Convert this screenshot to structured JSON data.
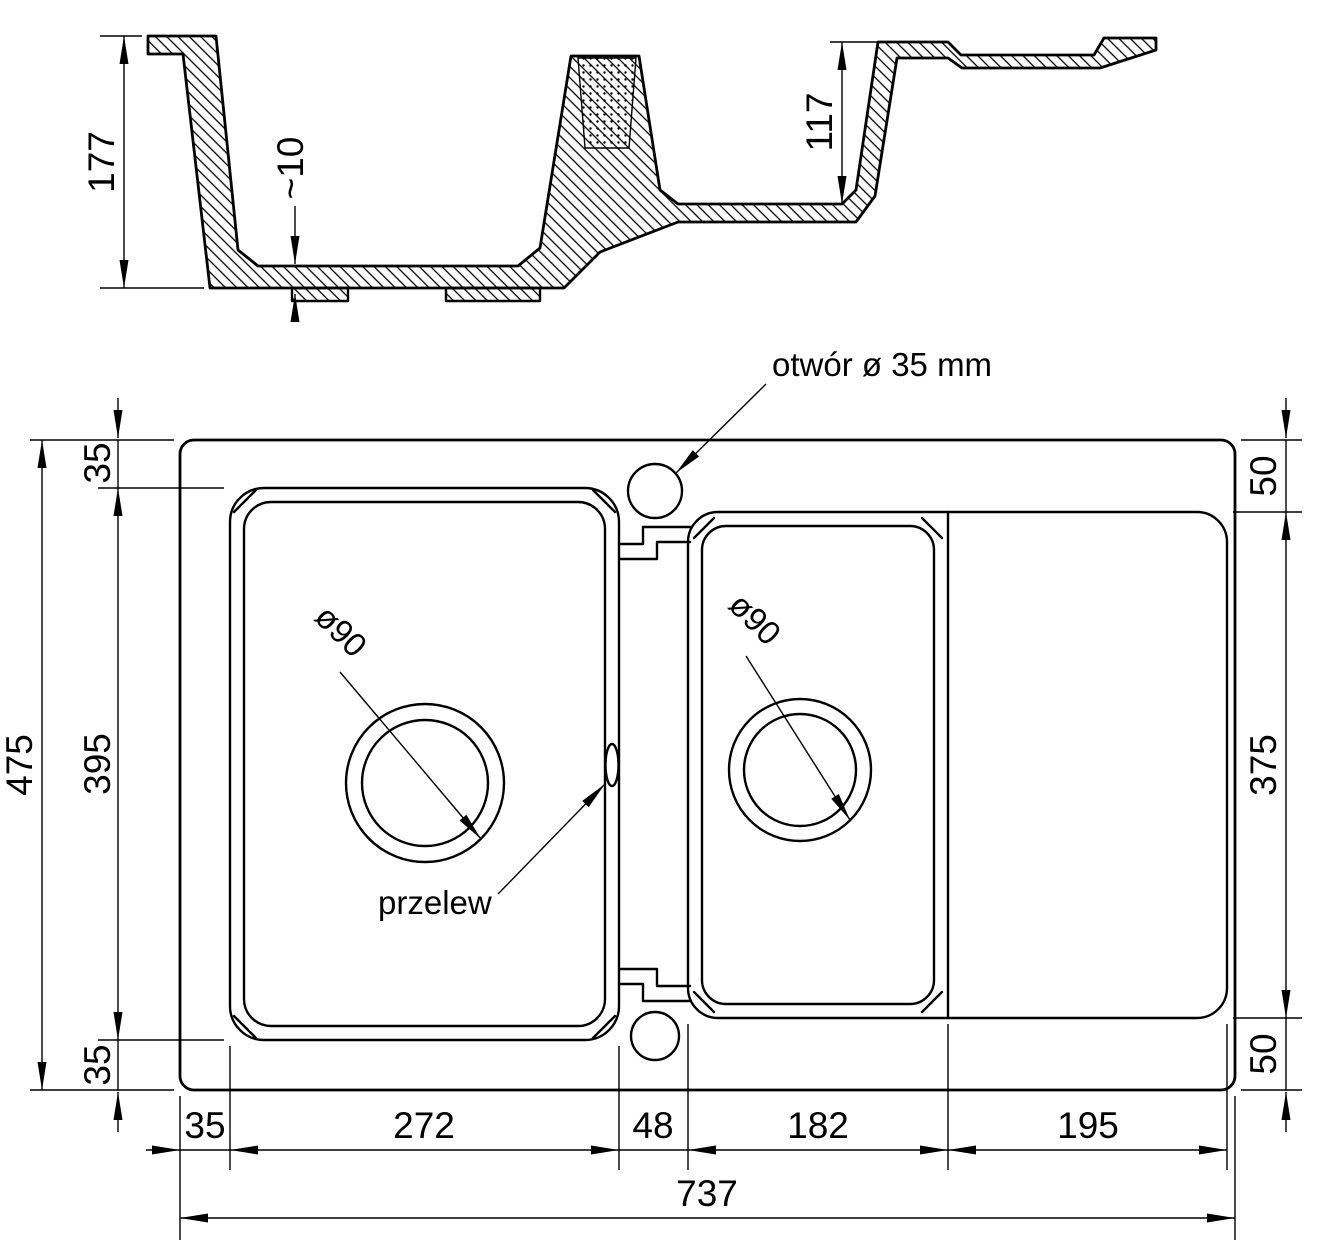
{
  "section_view": {
    "dim_total_depth": "177",
    "dim_bottom_thickness": "~10",
    "dim_right_bowl_depth": "117"
  },
  "plan_view": {
    "faucet_hole_label": "otwór ø 35 mm",
    "overflow_label": "przelew",
    "left_drain_diameter": "ø90",
    "right_drain_diameter": "ø90",
    "dim_total_height": "475",
    "dim_rim_top": "35",
    "dim_left_bowl_height": "395",
    "dim_rim_bottom": "35",
    "dim_right_top": "50",
    "dim_right_height": "375",
    "dim_right_bottom": "50",
    "dim_rim_left": "35",
    "dim_left_bowl_width": "272",
    "dim_channel_width": "48",
    "dim_right_bowl_width": "182",
    "dim_drainer_width": "195",
    "dim_total_width": "737"
  },
  "colors": {
    "line": "#000000",
    "background": "#ffffff"
  }
}
